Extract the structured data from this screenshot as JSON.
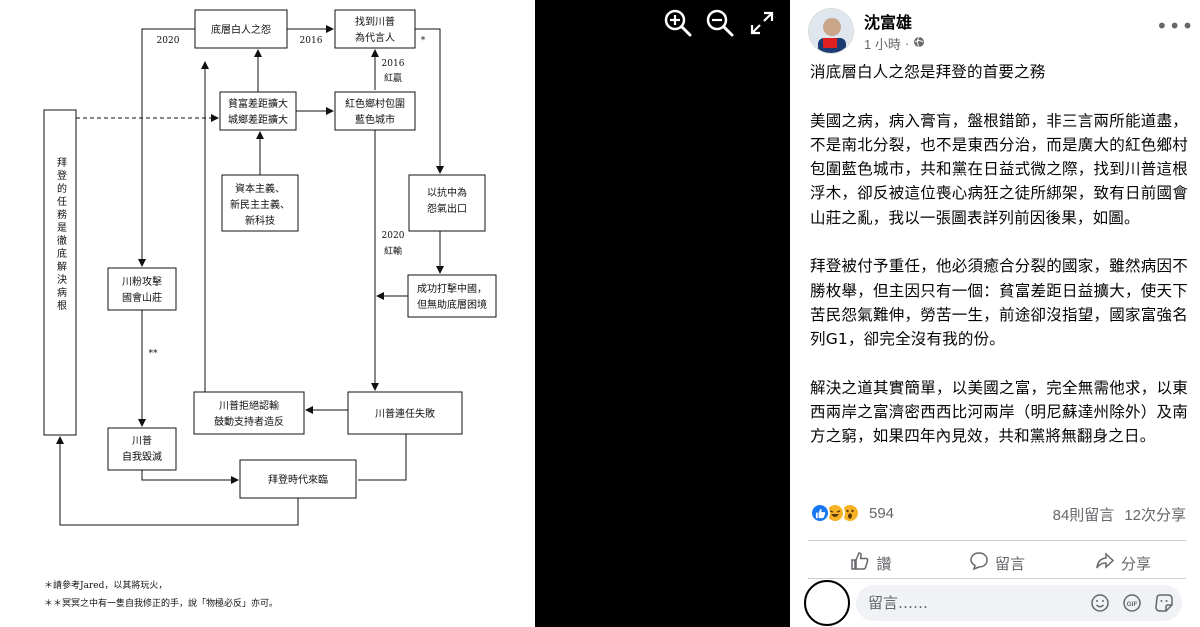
{
  "diagram": {
    "nodes": {
      "resentment": "底層白人之怨",
      "find_trump_1": "找到川普",
      "find_trump_2": "為代言人",
      "gap_1": "貧富差距擴大",
      "gap_2": "城鄉差距擴大",
      "red_1": "紅色鄉村包圍",
      "red_2": "藍色城市",
      "capital_1": "資本主義、",
      "capital_2": "新民主主義、",
      "capital_3": "新科技",
      "anti_china_1": "以抗中為",
      "anti_china_2": "怨氣出口",
      "success_1": "成功打擊中國，",
      "success_2": "但無助底層困境",
      "mob_1": "川粉攻擊",
      "mob_2": "國會山莊",
      "refuse_1": "川普拒絕認輸",
      "refuse_2": "鼓動支持者造反",
      "lose": "川普連任失敗",
      "self_1": "川普",
      "self_2": "自我毀滅",
      "biden_era": "拜登時代來臨",
      "biden_task": "拜登的任務是徹底解決病根"
    },
    "labels": {
      "y2020_a": "2020",
      "y2016_a": "2016",
      "star": "*",
      "y2016_b": "2016",
      "red_win": "紅贏",
      "y2020_b": "2020",
      "red_lose": "紅輸",
      "double_star": "**"
    },
    "footnotes": {
      "note1": "＊請參考Jared，以其將玩火，",
      "note2": "＊＊冥冥之中有一隻自我修正的手，說「物極必反」亦可。"
    }
  },
  "viewer": {
    "zoom_in": "zoom-in",
    "zoom_out": "zoom-out",
    "fullscreen": "fullscreen"
  },
  "post": {
    "author": "沈富雄",
    "time": "1 小時",
    "dot": "·",
    "paragraphs": [
      "消底層白人之怨是拜登的首要之務",
      "美國之病，病入膏肓，盤根錯節，非三言兩所能道盡，不是南北分裂，也不是東西分治，而是廣大的紅色鄉村包圍藍色城市，共和黨在日益式微之際，找到川普這根浮木，卻反被這位喪心病狂之徒所綁架，致有日前國會山莊之亂，我以一張圖表詳列前因後果，如圖。",
      "拜登被付予重任，他必須癒合分裂的國家，雖然病因不勝枚舉，但主因只有一個：貧富差距日益擴大，使天下苦民怨氣難伸，勞苦一生，前途卻沒指望，國家富強名列G1，卻完全沒有我的份。",
      "解決之道其實簡單，以美國之富，完全無需他求，以東西兩岸之富濟密西西比河兩岸（明尼蘇達州除外）及南方之窮，如果四年內見效，共和黨將無翻身之日。"
    ],
    "reactions_count": "594",
    "comments_count": "84則留言",
    "shares_count": "12次分享",
    "actions": {
      "like": "讚",
      "comment": "留言",
      "share": "分享"
    },
    "comment_placeholder": "留言……",
    "colors": {
      "like": "#1877f2",
      "haha": "#f7b125",
      "wow": "#f7b125"
    }
  }
}
